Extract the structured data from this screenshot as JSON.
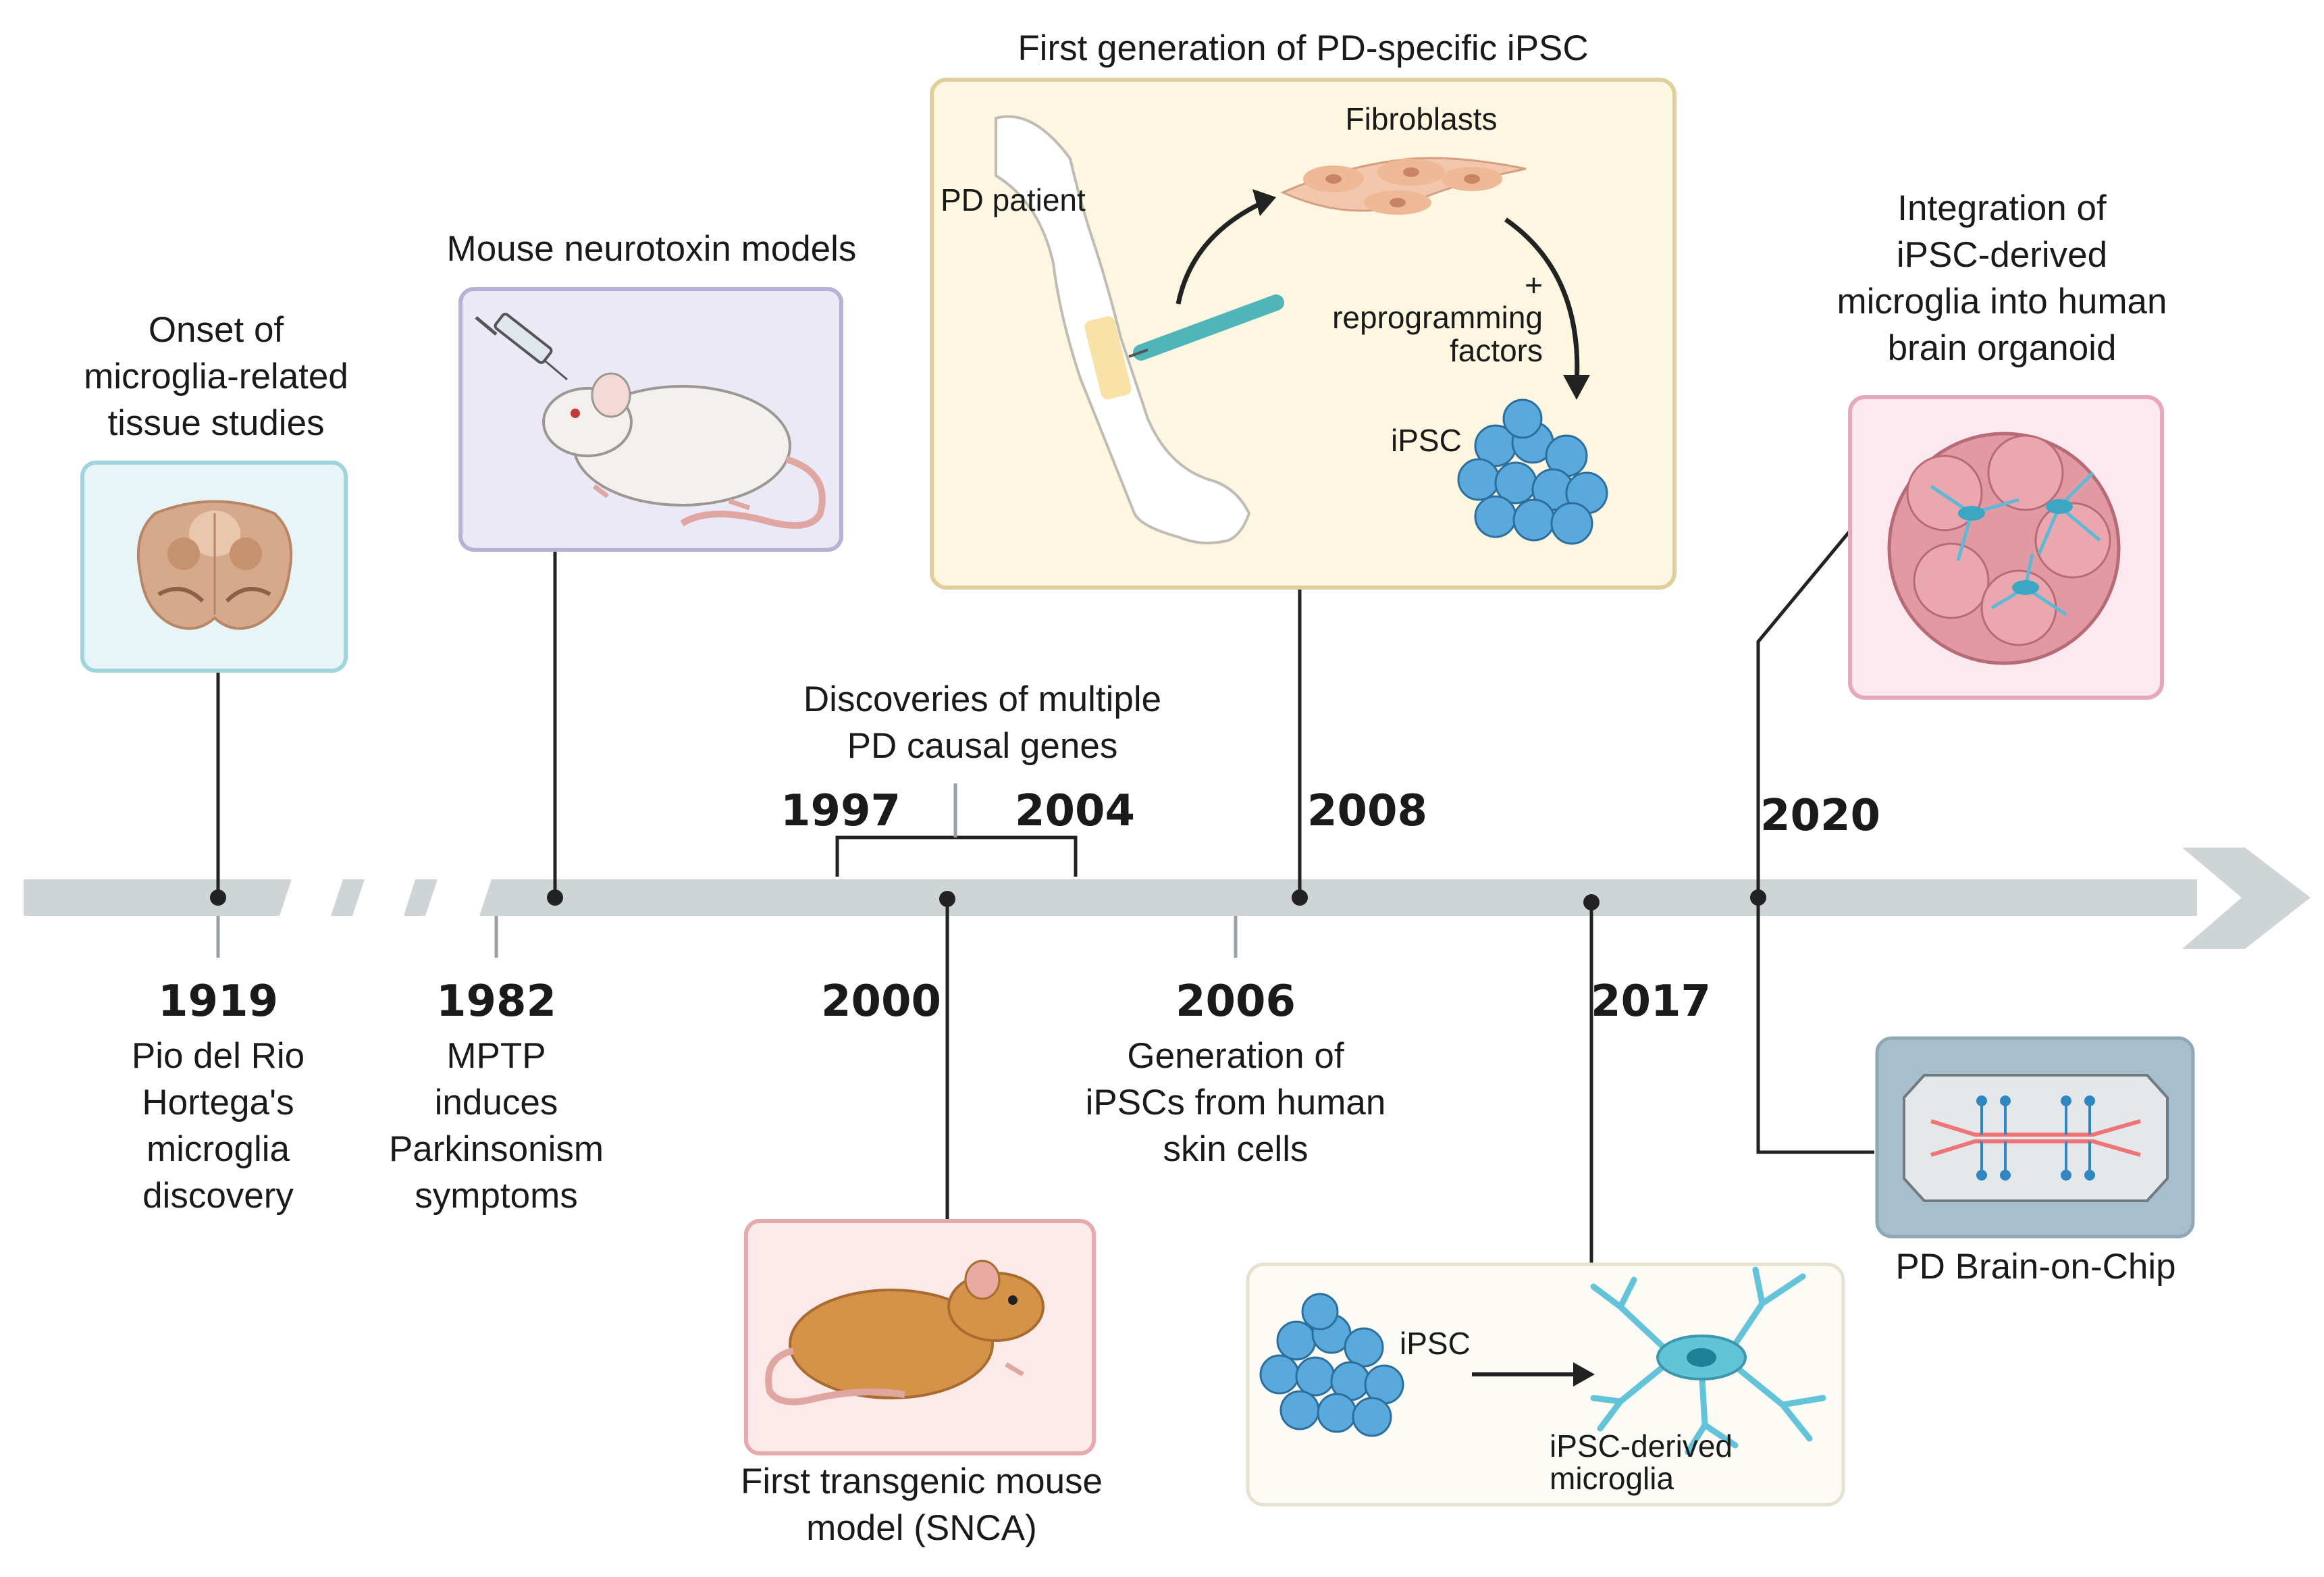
{
  "events": {
    "e1919": {
      "year": "1919",
      "caption": "Pio del Rio\nHortega's\nmicroglia\ndiscovery",
      "top_caption": "Onset of\nmicroglia-related\ntissue studies"
    },
    "e1982": {
      "year": "1982",
      "caption": "MPTP\ninduces\nParkinsonism\nsymptoms",
      "top_caption": "Mouse neurotoxin models"
    },
    "e1997": {
      "year": "1997"
    },
    "e2004": {
      "year": "2004"
    },
    "e_genes": {
      "caption": "Discoveries of multiple\nPD causal genes"
    },
    "e2000": {
      "year": "2000",
      "caption": "First transgenic mouse\nmodel (SNCA)"
    },
    "e2006": {
      "year": "2006",
      "caption": "Generation of\niPSCs from human\nskin cells"
    },
    "e2008": {
      "year": "2008",
      "top_caption": "First generation of PD-specific iPSC",
      "labels": {
        "patient": "PD patient",
        "fibroblasts": "Fibroblasts",
        "reprogramming": "+\nreprogramming\nfactors",
        "ipsc": "iPSC"
      }
    },
    "e2017": {
      "year": "2017",
      "labels": {
        "ipsc": "iPSC",
        "microglia": "iPSC-derived\nmicroglia"
      }
    },
    "e2020": {
      "year": "2020",
      "top_caption": "Integration of\niPSC-derived\nmicroglia into human\nbrain organoid",
      "chip_caption": "PD Brain-on-Chip"
    }
  },
  "colors": {
    "timeline": "#cfd4d7",
    "line": "#222222",
    "box_microglia": "#e7f5f7",
    "box_microglia_border": "#9fd4dc",
    "box_mouse": "#ece9f7",
    "box_mouse_border": "#b8b0d6",
    "box_ipsc": "#fdf7e2",
    "box_ipsc_border": "#e0cf9d",
    "box_transgenic": "#fce9ea",
    "box_transgenic_border": "#e6a9ad",
    "box_organoid": "#fce8ef",
    "box_organoid_border": "#e6a6bd",
    "box_2017": "#fdfbf6",
    "box_2017_border": "#e7e1cf",
    "chip_frame": "#a7bfcc",
    "cell_blue": "#5aa9dc",
    "microglia_cyan": "#63c3d8",
    "brain_tan": "#d6a98a",
    "mouse_orange": "#d59349",
    "organoid_pink": "#e19aa2"
  },
  "icons": [
    "brainstem-section-icon",
    "syringe-icon",
    "white-mouse-icon",
    "arm-icon",
    "biopsy-tool-icon",
    "fibroblast-cells-icon",
    "ipsc-cluster-icon",
    "transgenic-mouse-icon",
    "microglia-cell-icon",
    "brain-organoid-icon",
    "brain-on-chip-icon"
  ]
}
